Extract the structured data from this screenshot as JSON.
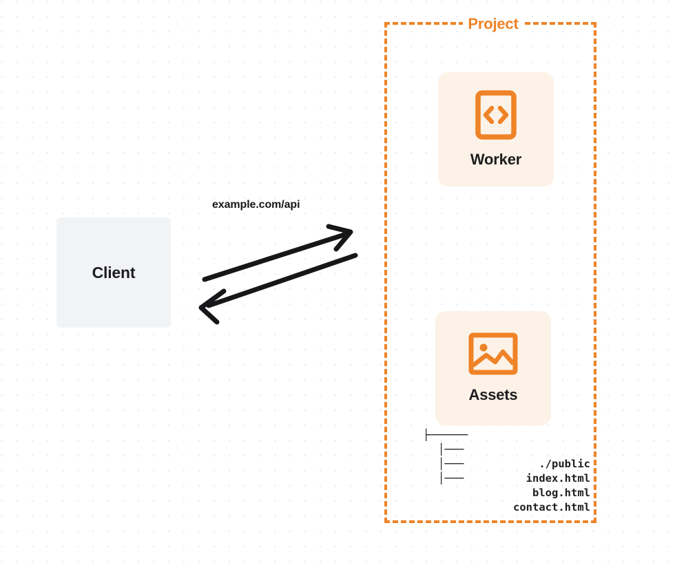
{
  "diagram": {
    "title_label": "Project",
    "client": {
      "label": "Client",
      "bg_color": "#f2f3f5"
    },
    "connection": {
      "label": "example.com/api",
      "request_direction": "client-to-project",
      "response_direction": "project-to-client",
      "stroke_color": "#17171a"
    },
    "project": {
      "border_color": "#ef8327",
      "border_style": "dashed",
      "cards": [
        {
          "id": "worker",
          "label": "Worker",
          "icon": "code-brackets-icon",
          "bg_color": "#fdf2e7",
          "icon_color": "#ef8327"
        },
        {
          "id": "assets",
          "label": "Assets",
          "icon": "image-picture-icon",
          "bg_color": "#fdf2e7",
          "icon_color": "#ef8327"
        }
      ],
      "file_tree": {
        "root": "./public",
        "root_branch": "├──────",
        "children": [
          {
            "branch": "│───",
            "name": "index.html"
          },
          {
            "branch": "│───",
            "name": "blog.html"
          },
          {
            "branch": "│───",
            "name": "contact.html"
          }
        ]
      }
    }
  }
}
